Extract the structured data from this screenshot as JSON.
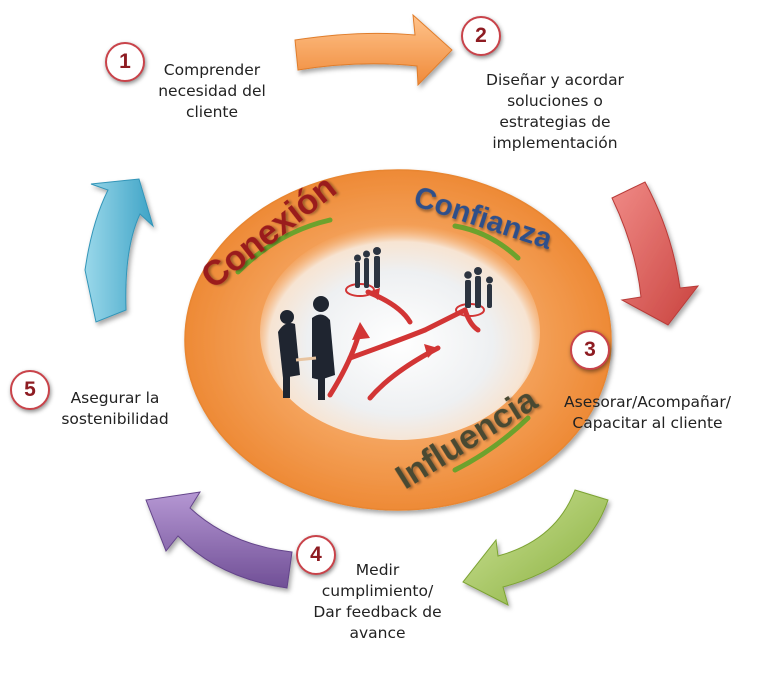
{
  "colors": {
    "orange_ring": "#f39a4f",
    "ring_edge": "#e88630",
    "arrow_orange": "#f5a05a",
    "arrow_red": "#d65a58",
    "arrow_green": "#a2c45a",
    "arrow_purple": "#8e6bb0",
    "arrow_blue": "#63bcd6",
    "word_conexion": "#9a1a1c",
    "word_confianza": "#2d4f8a",
    "word_influencia": "#4a4a32",
    "swoosh_green": "#6da22d",
    "badge_text": "#8e1c22",
    "badge_border": "#c9434a"
  },
  "center_words": {
    "conexion": "Conexión",
    "confianza": "Confianza",
    "influencia": "Influencia"
  },
  "steps": [
    {
      "number": "1",
      "text": "Comprender\nnecesidad del\ncliente"
    },
    {
      "number": "2",
      "text": "Diseñar y acordar\nsoluciones o\nestrategias de\nimplementación"
    },
    {
      "number": "3",
      "text": "Asesorar/Acompañar/\nCapacitar  al cliente"
    },
    {
      "number": "4",
      "text": "Medir\ncumplimiento/\nDar feedback de\navance"
    },
    {
      "number": "5",
      "text": "Asegurar la\nsostenibilidad"
    }
  ],
  "center_image": "business-people-network-photo"
}
